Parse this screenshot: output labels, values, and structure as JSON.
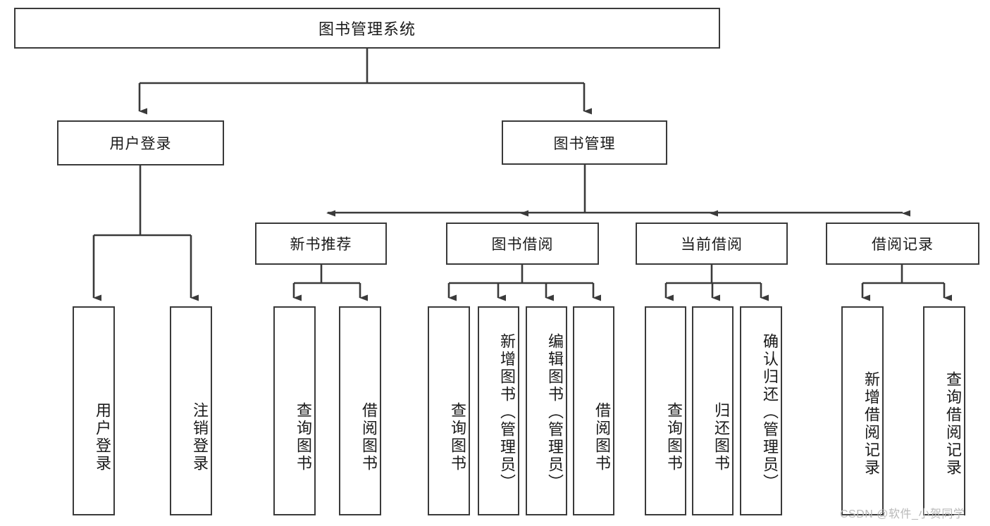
{
  "diagram": {
    "type": "tree-hierarchy",
    "title": "图书管理系统",
    "levels": 4,
    "root": {
      "label": "图书管理系统",
      "children": [
        {
          "label": "用户登录",
          "children": [
            {
              "label": "用户登录"
            },
            {
              "label": "注销登录"
            }
          ]
        },
        {
          "label": "图书管理",
          "children": [
            {
              "label": "新书推荐",
              "children": [
                {
                  "label": "查询图书"
                },
                {
                  "label": "借阅图书"
                }
              ]
            },
            {
              "label": "图书借阅",
              "children": [
                {
                  "label": "查询图书"
                },
                {
                  "label": "新增图书（管理员）"
                },
                {
                  "label": "编辑图书（管理员）"
                },
                {
                  "label": "借阅图书"
                }
              ]
            },
            {
              "label": "当前借阅",
              "children": [
                {
                  "label": "查询图书"
                },
                {
                  "label": "归还图书"
                },
                {
                  "label": "确认归还（管理员）"
                }
              ]
            },
            {
              "label": "借阅记录",
              "children": [
                {
                  "label": "新增借阅记录"
                },
                {
                  "label": "查询借阅记录"
                }
              ]
            }
          ]
        }
      ]
    }
  },
  "nodes": {
    "root": "图书管理系统",
    "user_login": "用户登录",
    "book_manage": "图书管理",
    "new_book_rec": "新书推荐",
    "book_borrow": "图书借阅",
    "current_borrow": "当前借阅",
    "borrow_record": "借阅记录",
    "leaf_user_login": "用户登录",
    "leaf_logout": "注销登录",
    "leaf_query_book_1": "查询图书",
    "leaf_borrow_book_1": "借阅图书",
    "leaf_query_book_2": "查询图书",
    "leaf_add_book_admin": "新增图书（管理员）",
    "leaf_edit_book_admin": "编辑图书（管理员）",
    "leaf_borrow_book_2": "借阅图书",
    "leaf_query_book_3": "查询图书",
    "leaf_return_book": "归还图书",
    "leaf_confirm_return_admin": "确认归还（管理员）",
    "leaf_add_record": "新增借阅记录",
    "leaf_query_record": "查询借阅记录"
  },
  "watermark": "CSDN @软件_小贺同学",
  "colors": {
    "border": "#3a3a3a",
    "text": "#1a1a1a",
    "background": "#ffffff",
    "connector": "#3a3a3a",
    "watermark": "#b9b9b9"
  }
}
